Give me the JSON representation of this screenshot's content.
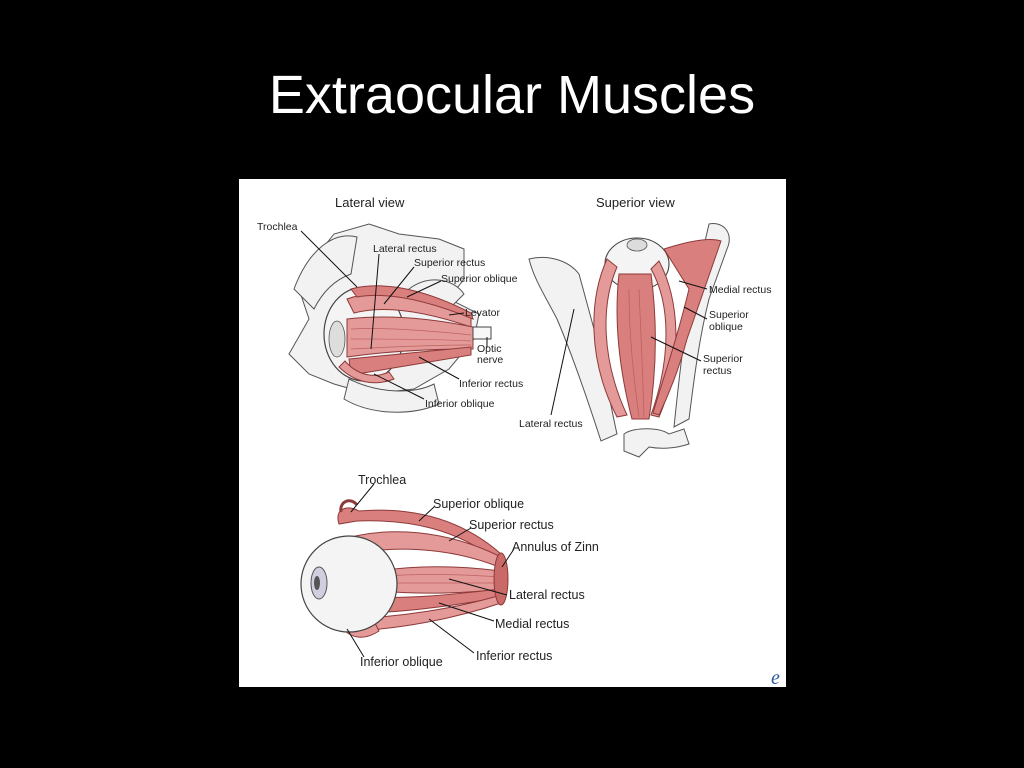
{
  "title": "Extraocular Muscles",
  "figure": {
    "lateral_view": {
      "heading": "Lateral view",
      "labels": {
        "trochlea": "Trochlea",
        "lateral_rectus": "Lateral rectus",
        "superior_rectus": "Superior rectus",
        "superior_oblique": "Superior oblique",
        "levator": "Levator",
        "optic": "Optic",
        "nerve": "nerve",
        "inferior_rectus": "Inferior rectus",
        "inferior_oblique": "Inferior oblique"
      }
    },
    "superior_view": {
      "heading": "Superior view",
      "labels": {
        "medial_rectus": "Medial rectus",
        "superior_oblique_1": "Superior",
        "superior_oblique_2": "oblique",
        "superior_rectus_1": "Superior",
        "superior_rectus_2": "rectus",
        "lateral_rectus": "Lateral rectus"
      }
    },
    "bottom_view": {
      "labels": {
        "trochlea": "Trochlea",
        "superior_oblique": "Superior oblique",
        "superior_rectus": "Superior rectus",
        "annulus_of_zinn": "Annulus of Zinn",
        "lateral_rectus": "Lateral rectus",
        "medial_rectus": "Medial rectus",
        "inferior_rectus": "Inferior rectus",
        "inferior_oblique": "Inferior oblique"
      }
    },
    "watermark": "e"
  }
}
